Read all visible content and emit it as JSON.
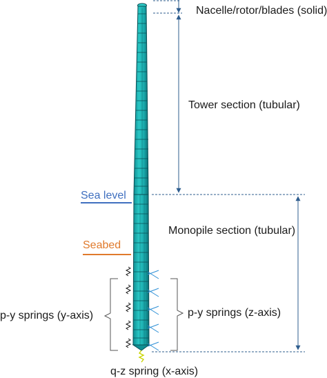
{
  "labels": {
    "nacelle": "Nacelle/rotor/blades (solid)",
    "tower": "Tower section (tubular)",
    "sea_level": "Sea level",
    "monopile": "Monopile section (tubular)",
    "seabed": "Seabed",
    "py_y": "p-y springs (y-axis)",
    "py_z": "p-y springs (z-axis)",
    "qz": "q-z spring (x-axis)"
  },
  "colors": {
    "structure": "#1fb6b6",
    "structure_edge": "#0a4f55",
    "dimension_line": "#2e5d8e",
    "sea_level": "#3f6fbf",
    "seabed": "#e07a2c",
    "text": "#1a1a1a",
    "brace": "#555555",
    "spring": "#1a1a1a",
    "qz_spring": "#c9d400"
  },
  "icons": [
    "spring-icon"
  ]
}
